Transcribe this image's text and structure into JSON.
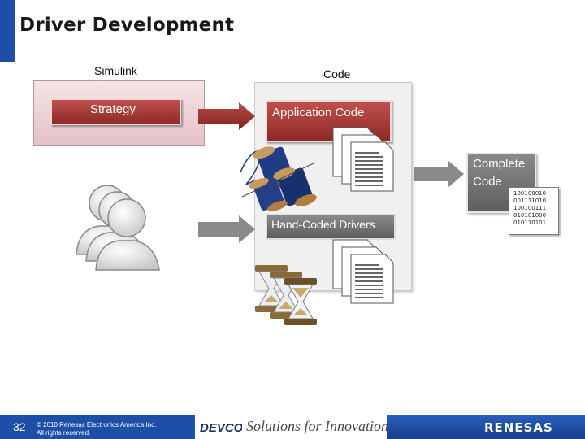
{
  "slide": {
    "title": "Driver Development",
    "accent_color": "#1e4fa8"
  },
  "left_panel": {
    "header": "Simulink",
    "box_label": "Strategy"
  },
  "center_panel": {
    "header": "Code",
    "app_code_label": "Application Code",
    "drivers_label": "Hand-Coded Drivers"
  },
  "output": {
    "label_line1": "Complete",
    "label_line2": "Code",
    "binary_lines": [
      "100100010",
      "001111010",
      "100100111",
      "010101000",
      "010110101"
    ]
  },
  "icons": [
    "people-icon",
    "thread-spools-icon",
    "hourglass-icon",
    "document-stack-icon",
    "right-arrow-icon"
  ],
  "footer": {
    "page_number": "32",
    "copyright_line1": "© 2010 Renesas Electronics America Inc.",
    "copyright_line2": "All rights reserved.",
    "event_logo": "DEVCON",
    "tagline": "Solutions for Innovation",
    "company_logo": "RENESAS"
  },
  "colors": {
    "red_box": "#a33a36",
    "gray_box": "#6e6e6e",
    "footer_blue": "#1e4fa8"
  }
}
